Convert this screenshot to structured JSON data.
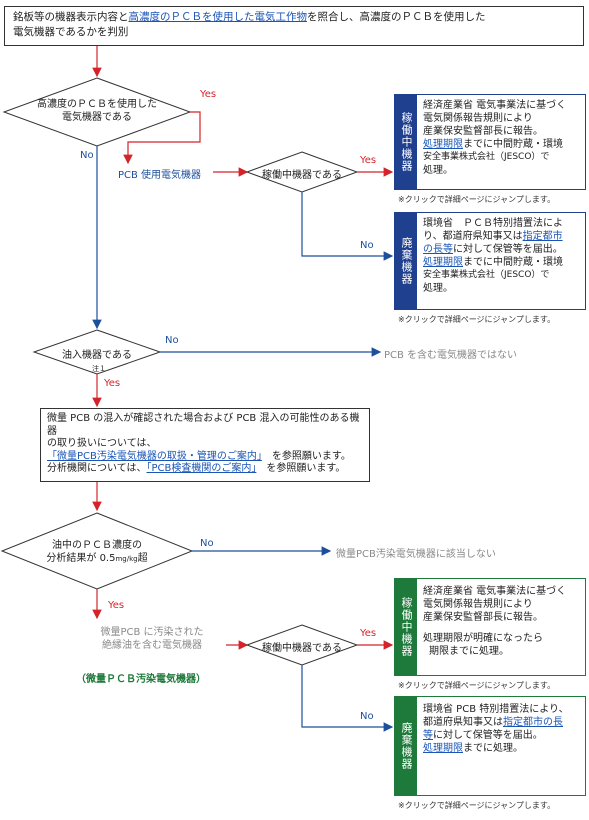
{
  "top_box": {
    "line1_a": "銘板等の機器表示内容と",
    "line1_link": "高濃度のＰＣＢを使用した電気工作物",
    "line1_b": "を照合し、高濃度のＰＣＢを使用した",
    "line2": "電気機器であるかを判別"
  },
  "q1": {
    "line1": "高濃度のＰＣＢを使用した",
    "line2": "電気機器である",
    "yes": "Yes",
    "no": "No"
  },
  "pcb_device": "PCB 使用電気機器",
  "op1": {
    "label": "稼働中機器である",
    "yes": "Yes",
    "no": "No"
  },
  "card_active_1": {
    "tab": "稼働中機器",
    "line1": "経済産業省 電気事業法に基づく",
    "line2": "電気関係報告規則により",
    "line3": "産業保安監督部長に報告。",
    "deadline_link": "処理期限",
    "line4_rest": "までに中間貯蔵・環境",
    "line5": "安全事業株式会社（JESCO）で",
    "line6": "処理。",
    "note": "※クリックで詳細ページにジャンプします。"
  },
  "card_disposed_1": {
    "tab": "廃棄機器",
    "line1": "環境省　ＰＣＢ特別措置法によ",
    "line2_a": "り、都道府県知事又は",
    "line2_link": "指定都市",
    "line3_link": "の長等",
    "line3_rest": "に対して保管等を届出。",
    "deadline_link": "処理期限",
    "line4_rest": "までに中間貯蔵・環境",
    "line5": "安全事業株式会社（JESCO）で",
    "line6": "処理。",
    "note": "※クリックで詳細ページにジャンプします。"
  },
  "q2": {
    "label": "油入機器である",
    "note": "注１",
    "yes": "Yes",
    "no": "No",
    "no_result": "PCB を含む電気機器ではない"
  },
  "info_box": {
    "line1": "微量 PCB の混入が確認された場合および PCB 混入の可能性のある機器",
    "line2": "の取り扱いについては、",
    "link1": "「微量PCB汚染電気機器の取扱・管理のご案内」",
    "line3_rest": "を参照願います。",
    "line4_a": "分析機関については、",
    "link2": "「PCB検査機関のご案内」",
    "line4_rest": "を参照願います。"
  },
  "q3": {
    "line1": "油中のＰＣＢ濃度の",
    "line2_a": "分析結果が 0.5",
    "unit": "mg/kg",
    "line2_b": "超",
    "yes": "Yes",
    "no": "No",
    "no_result": "微量PCB汚染電気機器に該当しない"
  },
  "trace_device": {
    "line1": "微量PCB に汚染された",
    "line2": "絶縁油を含む電気機器",
    "category": "（微量ＰＣＢ汚染電気機器）"
  },
  "op2": {
    "label": "稼働中機器である",
    "yes": "Yes",
    "no": "No"
  },
  "card_active_2": {
    "tab": "稼働中機器",
    "line1": "経済産業省 電気事業法に基づく",
    "line2": "電気関係報告規則により",
    "line3": "産業保安監督部長に報告。",
    "line4": "処理期限が明確になったら",
    "line5": "期限までに処理。",
    "note": "※クリックで詳細ページにジャンプします。"
  },
  "card_disposed_2": {
    "tab": "廃棄機器",
    "line1": "環境省 PCB 特別措置法により、",
    "line2_a": "都道府県知事又は",
    "line2_link": "指定都市の長",
    "line3_link": "等",
    "line3_rest": "に対して保管等を届出。",
    "deadline_link": "処理期限",
    "line4_rest": "までに処理。",
    "note": "※クリックで詳細ページにジャンプします。"
  },
  "colors": {
    "red": "#d4232a",
    "blue": "#1d4f9c",
    "navy": "#1f3f8f",
    "green": "#1e7a3a",
    "link": "#1a55b5"
  }
}
